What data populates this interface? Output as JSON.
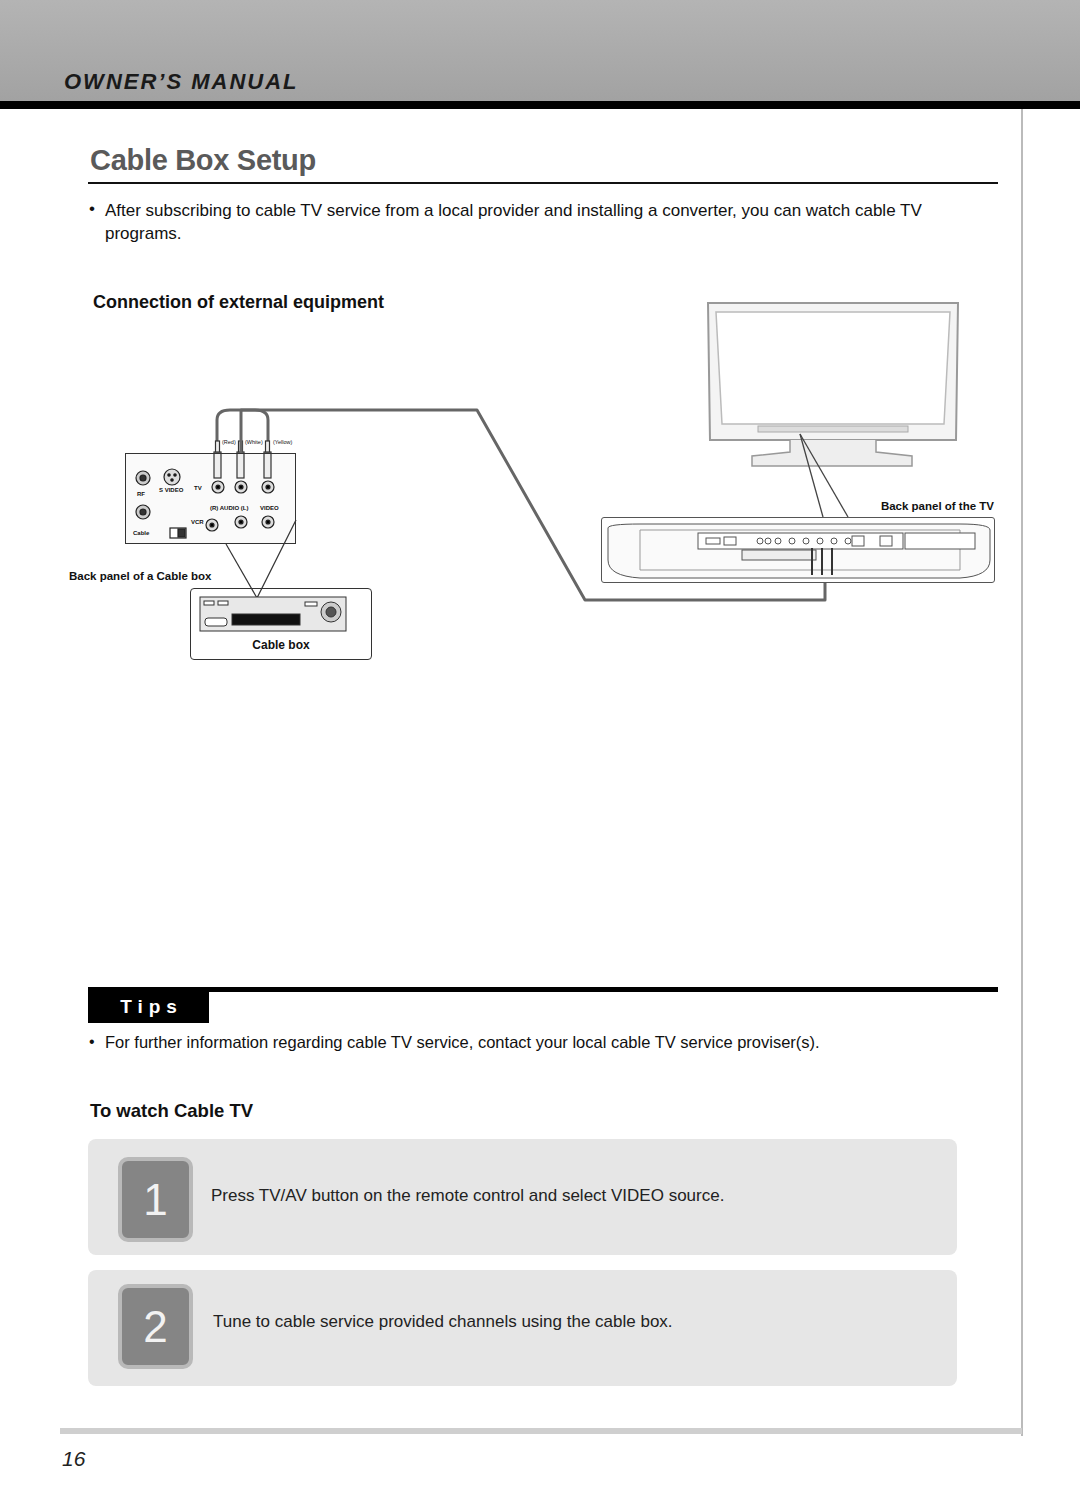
{
  "diagram": {
    "title": "Cable Box Setup",
    "nodes": [
      {
        "text": [
          "Back panel of a Cable box"
        ]
      },
      {
        "text": [
          "Cable box"
        ]
      },
      {
        "text": [
          "Back panel of the TV"
        ]
      },
      {
        "text": [
          "Tips"
        ]
      },
      {
        "text": [
          "Press TV/AV button on the remote control and select VIDEO source."
        ]
      },
      {
        "text": [
          "1"
        ],
        "in": 4
      },
      {
        "text": [
          "Tune to cable service provided channels using the cable box."
        ]
      },
      {
        "text": [
          "2"
        ],
        "in": 6
      }
    ],
    "edges": [
      {
        "from": 0,
        "to": 2,
        "arrow": "none"
      }
    ],
    "labels": [
      "OWNER’S MANUAL",
      "•",
      "After subscribing to cable TV service from a local provider and installing a converter, you can watch cable TV programs.",
      "Connection of external equipment",
      "(Red)",
      "(White)",
      "(Yellow)",
      "RF",
      "S VIDEO",
      "TV",
      "(R) AUDIO (L)",
      "VIDEO",
      "VCR",
      "Cable",
      "•",
      "For further information regarding cable TV service, contact your local cable TV service proviser(s).",
      "To watch Cable TV",
      "16"
    ]
  }
}
